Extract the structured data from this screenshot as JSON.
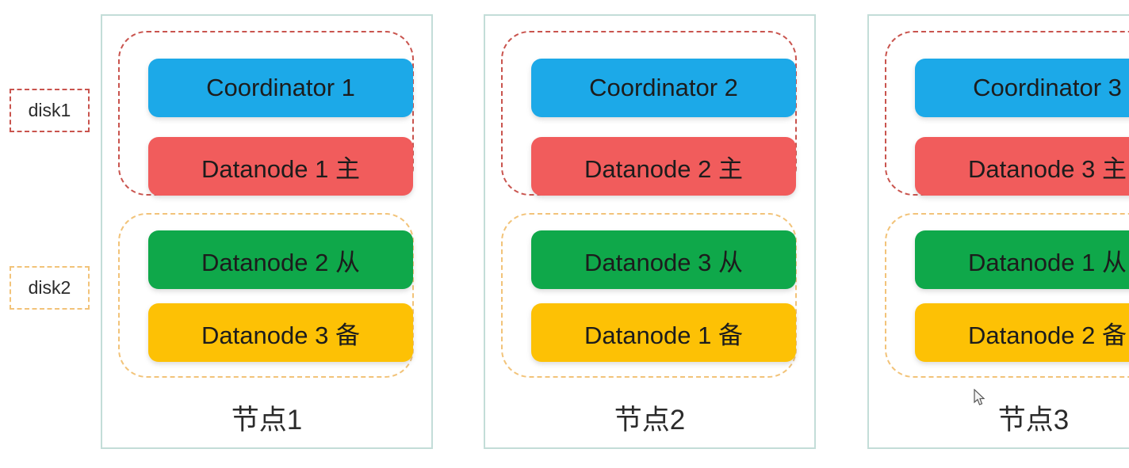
{
  "disk_labels": [
    {
      "label": "disk1"
    },
    {
      "label": "disk2"
    }
  ],
  "nodes": [
    {
      "title": "节点1",
      "disk1_boxes": [
        {
          "label": "Coordinator 1",
          "role": "coordinator"
        },
        {
          "label": "Datanode 1 主",
          "role": "datanode-primary"
        }
      ],
      "disk2_boxes": [
        {
          "label": "Datanode 2 从",
          "role": "datanode-standby"
        },
        {
          "label": "Datanode 3 备",
          "role": "datanode-backup"
        }
      ]
    },
    {
      "title": "节点2",
      "disk1_boxes": [
        {
          "label": "Coordinator 2",
          "role": "coordinator"
        },
        {
          "label": "Datanode 2 主",
          "role": "datanode-primary"
        }
      ],
      "disk2_boxes": [
        {
          "label": "Datanode 3 从",
          "role": "datanode-standby"
        },
        {
          "label": "Datanode 1 备",
          "role": "datanode-backup"
        }
      ]
    },
    {
      "title": "节点3",
      "disk1_boxes": [
        {
          "label": "Coordinator 3",
          "role": "coordinator"
        },
        {
          "label": "Datanode 3 主",
          "role": "datanode-primary"
        }
      ],
      "disk2_boxes": [
        {
          "label": "Datanode 1 从",
          "role": "datanode-standby"
        },
        {
          "label": "Datanode 2 备",
          "role": "datanode-backup"
        }
      ]
    }
  ],
  "colors": {
    "coordinator_fill": "#1ca9e8",
    "datanode_primary_fill": "#f15c5c",
    "datanode_standby_fill": "#0fa84a",
    "datanode_backup_fill": "#fdc105",
    "disk1_border": "#c9544e",
    "disk2_border": "#f2c379",
    "node_border": "#c3ddd8"
  }
}
